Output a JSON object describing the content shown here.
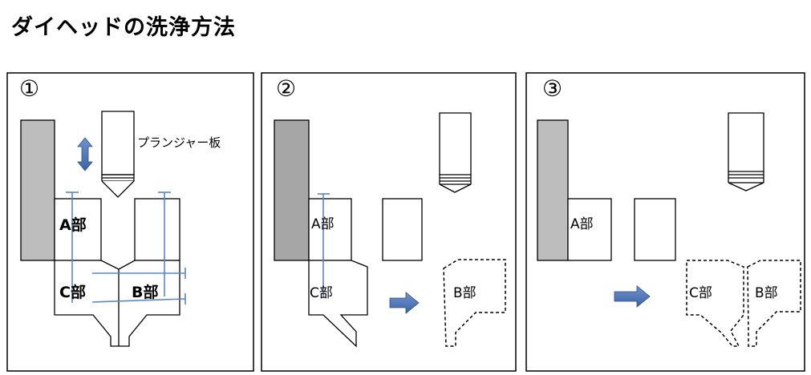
{
  "title": "ダイヘッドの洗浄方法",
  "panels": [
    {
      "number": "①",
      "labels": {
        "plunger_plate": "プランジャー板",
        "part_a": "A部",
        "part_b": "B部",
        "part_c": "C部"
      }
    },
    {
      "number": "②",
      "labels": {
        "part_a": "A部",
        "part_b": "B部",
        "part_c": "C部"
      }
    },
    {
      "number": "③",
      "labels": {
        "part_a": "A部",
        "part_b": "B部",
        "part_c": "C部"
      }
    }
  ],
  "colors": {
    "gray_block_light": "#bdbdbd",
    "gray_block_dark": "#a6a6a6",
    "arrow_blue": "#4a72b0",
    "measure_line": "#5b86c5"
  },
  "icons": {
    "up_down_arrow": "double-headed-vertical-arrow",
    "right_arrow": "block-right-arrow"
  }
}
